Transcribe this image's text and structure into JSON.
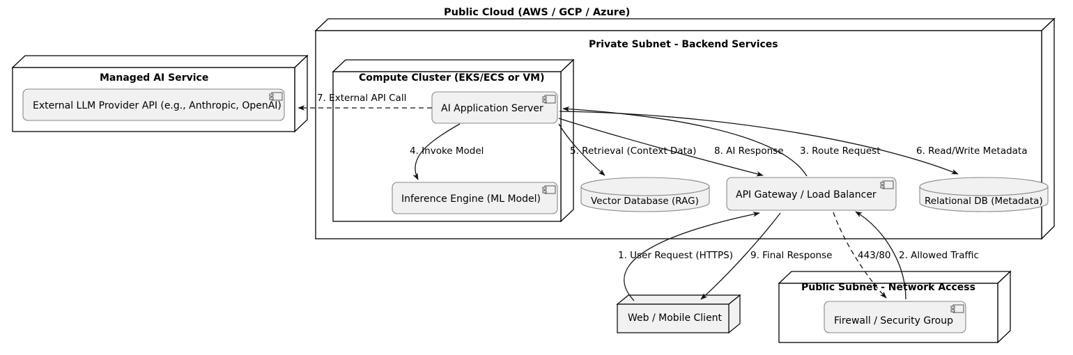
{
  "diagram": {
    "title": "Public Cloud (AWS / GCP / Azure)",
    "type": "uml-deployment-diagram"
  },
  "nodes": {
    "managed_ai_service": {
      "title": "Managed AI Service",
      "component": "External LLM Provider API (e.g., Anthropic, OpenAI)",
      "component_icon": "uml-component-icon"
    },
    "private_subnet": {
      "title": "Private Subnet - Backend Services"
    },
    "compute_cluster": {
      "title": "Compute Cluster (EKS/ECS or VM)",
      "components": [
        {
          "label": "AI Application Server",
          "icon": "uml-component-icon"
        },
        {
          "label": "Inference Engine (ML Model)",
          "icon": "uml-component-icon"
        }
      ]
    },
    "public_subnet": {
      "title": "Public Subnet - Network Access",
      "component": "Firewall / Security Group",
      "component_icon": "uml-component-icon"
    },
    "web_mobile_client": {
      "label": "Web / Mobile Client"
    },
    "api_gateway": {
      "label": "API Gateway / Load Balancer",
      "icon": "uml-component-icon"
    },
    "vector_database": {
      "label": "Vector Database (RAG)",
      "shape": "database-cylinder"
    },
    "relational_db": {
      "label": "Relational DB (Metadata)",
      "shape": "database-cylinder"
    }
  },
  "edges": [
    {
      "id": "e1",
      "label": "1. User Request (HTTPS)",
      "from": "web_mobile_client",
      "to": "api_gateway",
      "style": "solid"
    },
    {
      "id": "e2",
      "label": "2. Allowed Traffic",
      "from": "firewall",
      "to": "api_gateway",
      "style": "solid"
    },
    {
      "id": "e3",
      "label": "3. Route Request",
      "from": "api_gateway",
      "to": "ai_application_server",
      "style": "solid"
    },
    {
      "id": "e4",
      "label": "4. Invoke Model",
      "from": "ai_application_server",
      "to": "inference_engine",
      "style": "solid"
    },
    {
      "id": "e5",
      "label": "5. Retrieval (Context Data)",
      "from": "ai_application_server",
      "to": "vector_database",
      "style": "solid"
    },
    {
      "id": "e6",
      "label": "6. Read/Write Metadata",
      "from": "ai_application_server",
      "to": "relational_db",
      "style": "solid"
    },
    {
      "id": "e7",
      "label": "7. External API Call",
      "from": "ai_application_server",
      "to": "external_llm_provider_api",
      "style": "dashed"
    },
    {
      "id": "e8",
      "label": "8. AI Response",
      "from": "ai_application_server",
      "to": "api_gateway",
      "style": "solid"
    },
    {
      "id": "e9",
      "label": "9. Final Response",
      "from": "api_gateway",
      "to": "web_mobile_client",
      "style": "solid"
    },
    {
      "id": "e10",
      "label": "443/80",
      "from": "api_gateway",
      "to": "firewall",
      "style": "dashed"
    }
  ],
  "colors": {
    "stroke": "#000000",
    "component_fill": "#F1F1F1",
    "node_fill": "#FFFFFF",
    "node_face_fill": "#FFFFFF",
    "db_fill": "#F1F1F1",
    "background": "#FFFFFF"
  }
}
